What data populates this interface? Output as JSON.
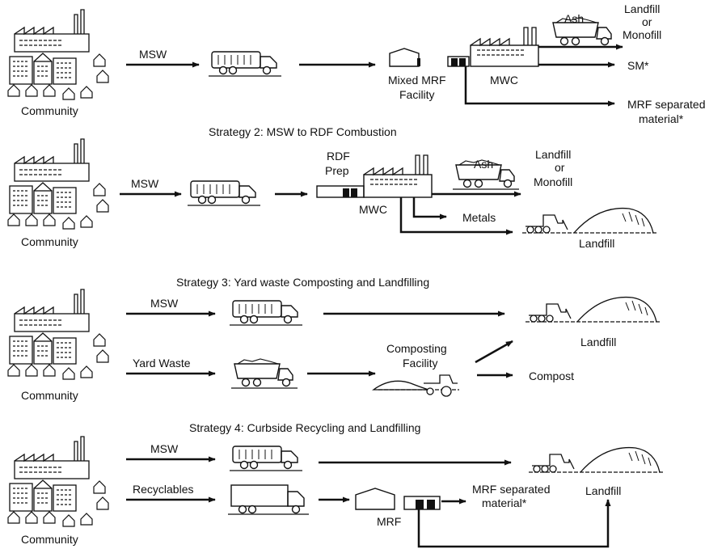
{
  "strategy1": {
    "msw": "MSW",
    "community": "Community",
    "mixed_mrf_1": "Mixed MRF",
    "mixed_mrf_2": "Facility",
    "mwc": "MWC",
    "ash": "Ash",
    "landfill_1": "Landfill",
    "landfill_2": "or",
    "landfill_3": "Monofill",
    "sm": "SM*",
    "mrf_sep_1": "MRF separated",
    "mrf_sep_2": "material*"
  },
  "strategy2": {
    "title": "Strategy 2: MSW to RDF Combustion",
    "msw": "MSW",
    "community": "Community",
    "rdf_1": "RDF",
    "rdf_2": "Prep",
    "mwc": "MWC",
    "ash": "Ash",
    "landfill_1": "Landfill",
    "landfill_2": "or",
    "landfill_3": "Monofill",
    "metals": "Metals",
    "landfill": "Landfill"
  },
  "strategy3": {
    "title": "Strategy 3: Yard waste Composting and Landfilling",
    "msw": "MSW",
    "yard_waste": "Yard Waste",
    "community": "Community",
    "composting_1": "Composting",
    "composting_2": "Facility",
    "landfill": "Landfill",
    "compost": "Compost"
  },
  "strategy4": {
    "title": "Strategy 4: Curbside Recycling and Landfilling",
    "msw": "MSW",
    "recyclables": "Recyclables",
    "community": "Community",
    "mrf": "MRF",
    "mrf_sep_1": "MRF separated",
    "mrf_sep_2": "material*",
    "landfill": "Landfill"
  }
}
